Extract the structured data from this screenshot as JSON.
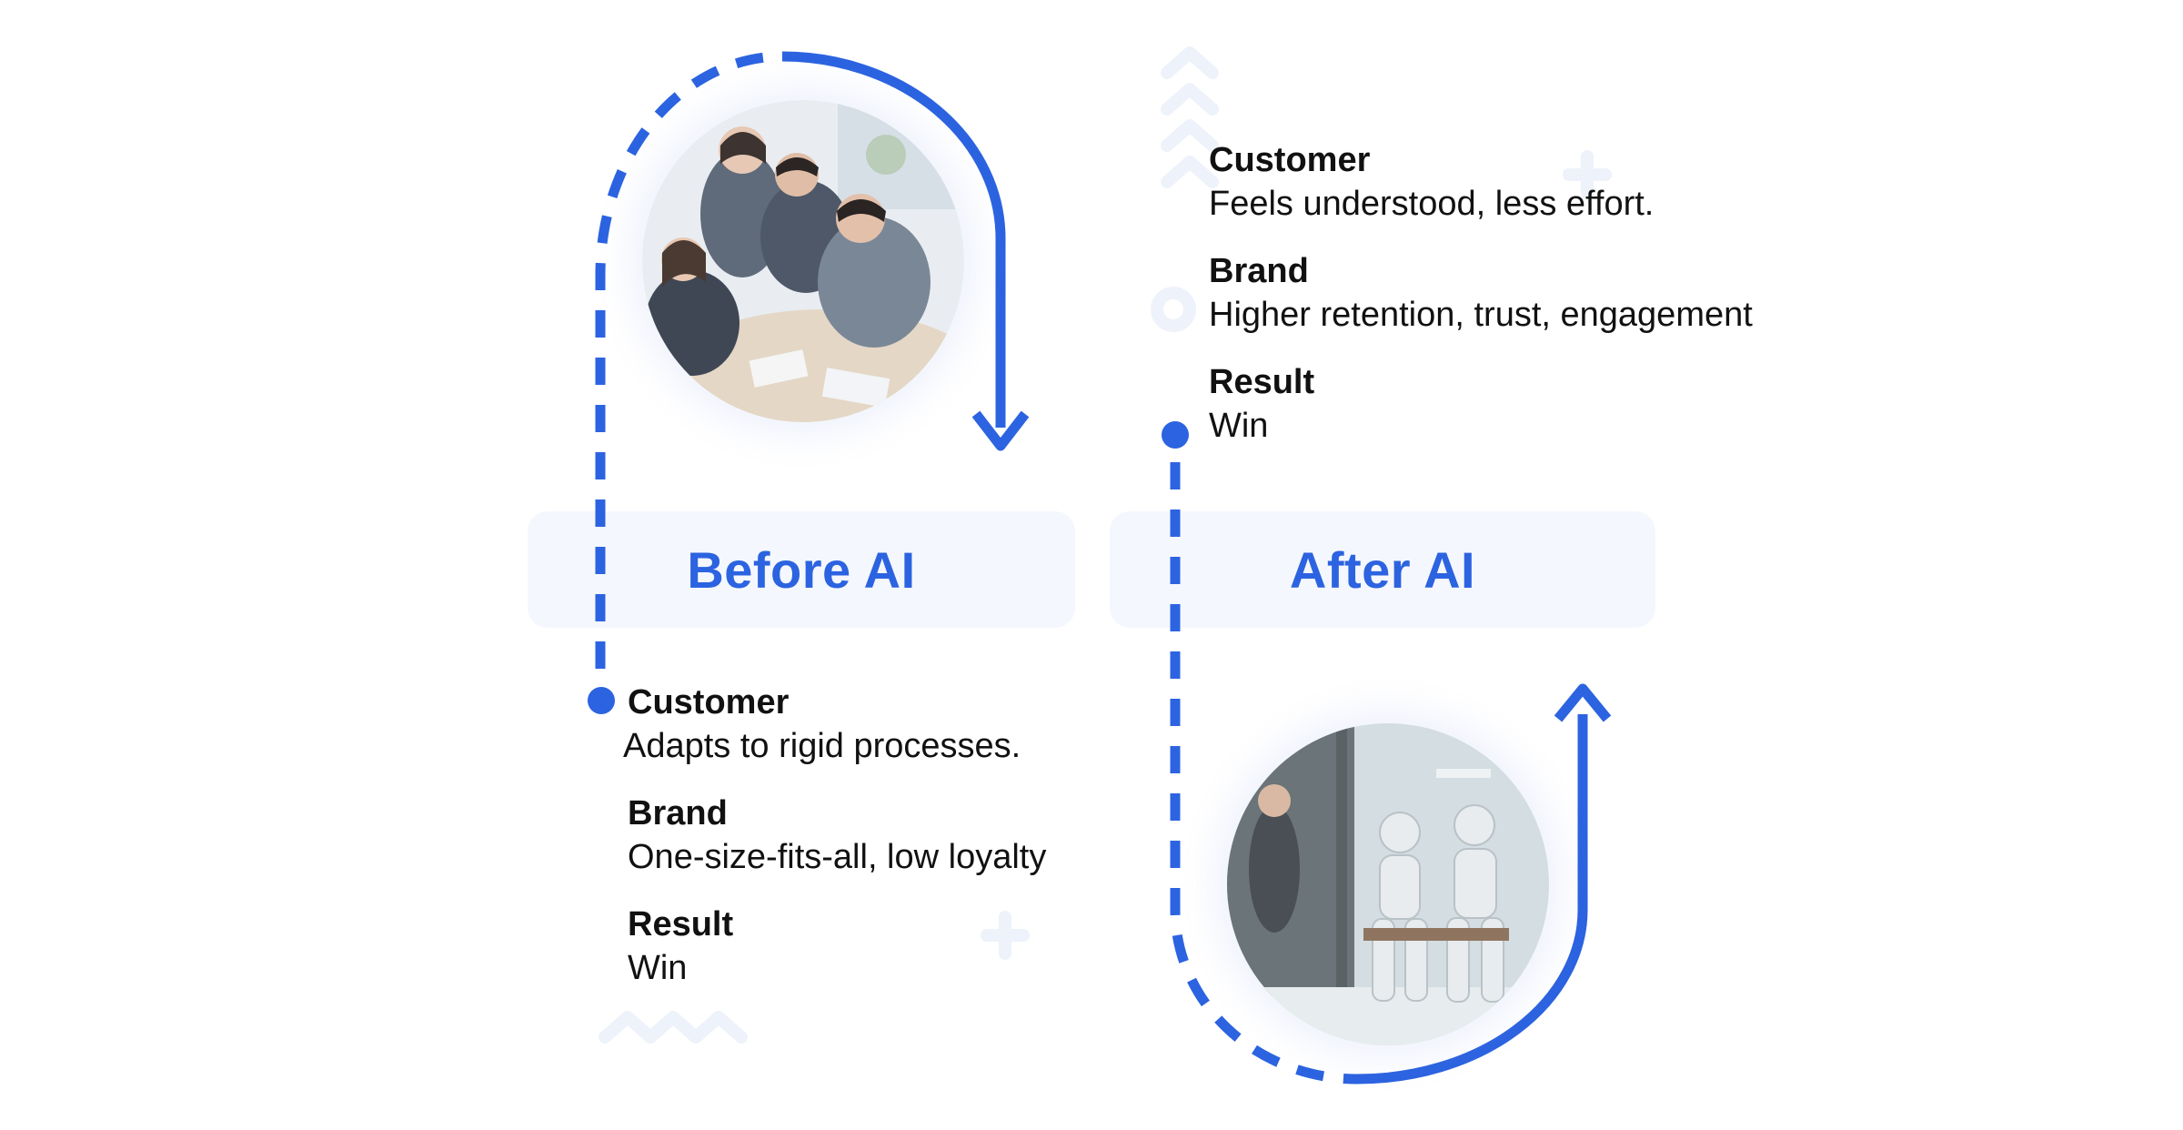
{
  "before": {
    "label": "Before AI",
    "rows": [
      {
        "title": "Customer",
        "body": "Adapts to rigid processes."
      },
      {
        "title": "Brand",
        "body": "One-size-fits-all, low loyalty"
      },
      {
        "title": "Result",
        "body": "Win"
      }
    ]
  },
  "after": {
    "label": "After AI",
    "rows": [
      {
        "title": "Customer",
        "body": "Feels understood, less effort."
      },
      {
        "title": "Brand",
        "body": "Higher retention, trust, engagement"
      },
      {
        "title": "Result",
        "body": "Win"
      }
    ]
  },
  "colors": {
    "accent": "#2c63e0",
    "box_background": "#f4f7fd",
    "text": "#111111"
  },
  "icons": {
    "before_photo": "business-meeting-photo",
    "after_photo": "robots-waiting-photo"
  }
}
